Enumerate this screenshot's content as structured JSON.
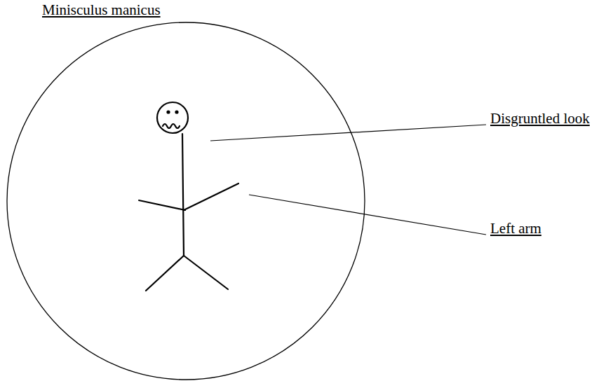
{
  "diagram": {
    "title": "Minisculus manicus",
    "labels": [
      "Disgruntled look",
      "Left arm"
    ]
  }
}
